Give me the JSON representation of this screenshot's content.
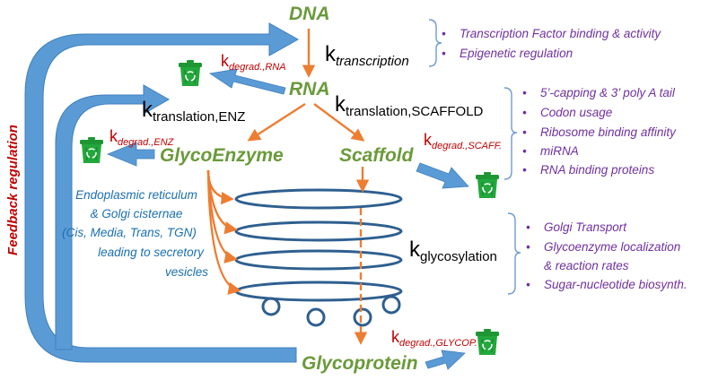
{
  "nodes": {
    "dna": "DNA",
    "rna": "RNA",
    "glycoenzyme": "GlycoEnzyme",
    "scaffold": "Scaffold",
    "glycoprotein": "Glycoprotein"
  },
  "rates": {
    "transcription": {
      "k": "k",
      "sub": "transcription"
    },
    "translation_enz": {
      "k": "k",
      "sub": "translation,ENZ"
    },
    "translation_scaffold": {
      "k": "k",
      "sub": "translation,SCAFFOLD"
    },
    "glycosylation": {
      "k": "k",
      "sub": "glycosylation"
    }
  },
  "degradation": {
    "rna": {
      "k": "k",
      "sub": "degrad.,RNA"
    },
    "enz": {
      "k": "k",
      "sub": "degrad.,ENZ"
    },
    "scaff": {
      "k": "k",
      "sub": "degrad.,SCAFF."
    },
    "glycop": {
      "k": "k",
      "sub": "degrad.,GLYCOP."
    }
  },
  "golgi_label": [
    "Endoplasmic reticulum",
    "& Golgi cisternae",
    "(Cis, Media, Trans, TGN)",
    "leading to secretory",
    "vesicles"
  ],
  "feedback_label": "Feedback  regulation",
  "transcription_factors": [
    "Transcription Factor binding & activity",
    "Epigenetic regulation"
  ],
  "translation_factors": [
    "5’-capping & 3’ poly A tail",
    "Codon usage",
    "Ribosome binding affinity",
    "miRNA",
    "RNA binding proteins"
  ],
  "glycosylation_factors": [
    "Golgi Transport",
    "Glycoenzyme localization",
    "& reaction rates",
    "Sugar-nucleotide biosynth."
  ],
  "bullet": "•",
  "icon": "recycle-bin-icon",
  "colors": {
    "node_green": "#6a9a3a",
    "arrow_orange": "#ed7d31",
    "big_arrow_blue": "#5b9bd5",
    "cisterna_blue": "#2e5f8f",
    "degradation_red": "#c00000",
    "factor_purple": "#7030a0",
    "golgi_text_blue": "#1a6fb0",
    "bin_green": "#22a83c"
  }
}
